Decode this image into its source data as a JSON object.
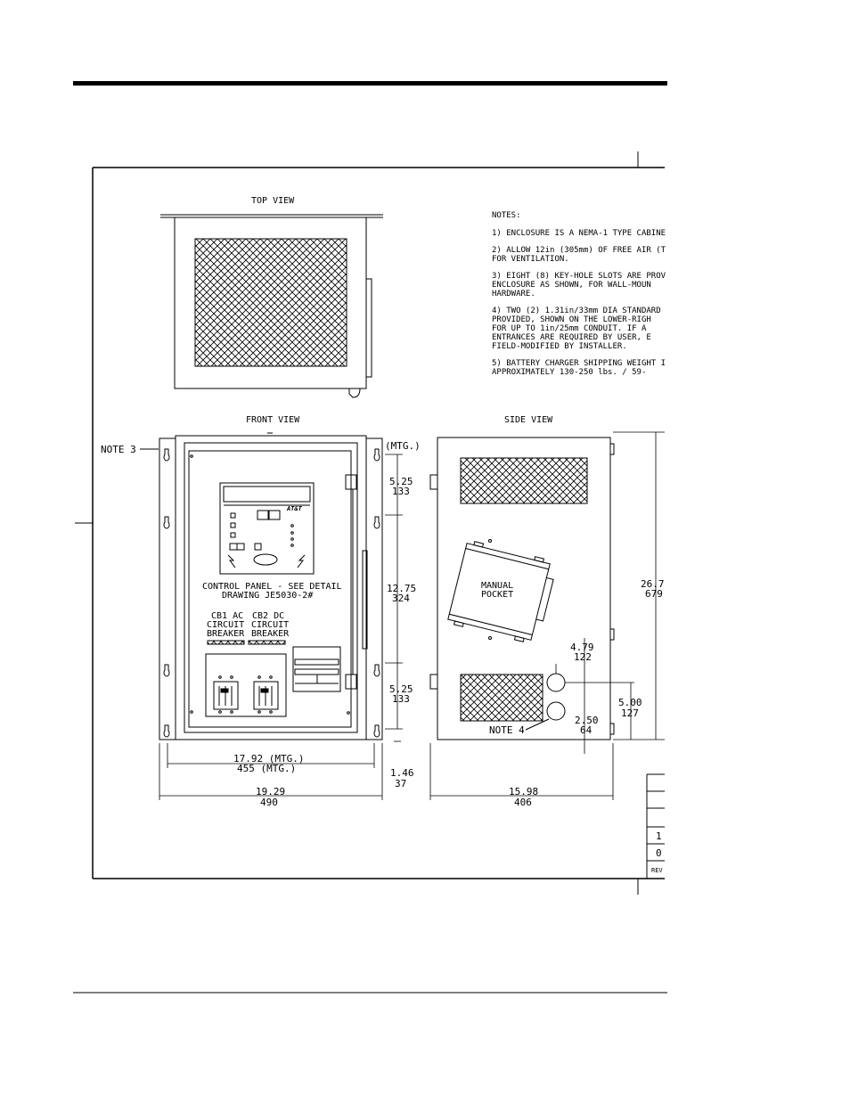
{
  "top_view": {
    "title": "TOP VIEW"
  },
  "front_view": {
    "title": "FRONT VIEW",
    "note3": "NOTE 3",
    "mtg": "(MTG.)",
    "logo": "AT&T",
    "control_panel_line1": "CONTROL PANEL - SEE DETAIL",
    "control_panel_line2": "DRAWING JE5030-2#",
    "cb1": [
      "CB1 AC",
      "CIRCUIT",
      "BREAKER"
    ],
    "cb2": [
      "CB2 DC",
      "CIRCUIT",
      "BREAKER"
    ],
    "dims": {
      "v1_in": "5.25",
      "v1_mm": "133",
      "v2_in": "12.75",
      "v2_mm": "324",
      "v3_in": "5.25",
      "v3_mm": "133",
      "width_mtg_in": "17.92 (MTG.)",
      "width_mtg_mm": "455 (MTG.)",
      "width_in": "19.29",
      "width_mm": "490",
      "side_in": "1.46",
      "side_mm": "37"
    }
  },
  "side_view": {
    "title": "SIDE VIEW",
    "pocket_line1": "MANUAL",
    "pocket_line2": "POCKET",
    "note4": "NOTE 4",
    "dims": {
      "h_in": "26.7",
      "h_mm": "679",
      "k1_in": "4.79",
      "k1_mm": "122",
      "k2_in": "5.00",
      "k2_mm": "127",
      "k3_in": "2.50",
      "k3_mm": "64",
      "depth_in": "15.98",
      "depth_mm": "406"
    }
  },
  "notes": {
    "heading": "NOTES:",
    "lines": [
      "1) ENCLOSURE IS A NEMA-1 TYPE CABINE",
      "2) ALLOW 12in (305mm) OF FREE AIR (T",
      "   FOR VENTILATION.",
      "3) EIGHT (8) KEY-HOLE SLOTS ARE PROV",
      "   ENCLOSURE AS SHOWN, FOR WALL-MOUN",
      "   HARDWARE.",
      "4) TWO (2) 1.31in/33mm DIA STANDARD",
      "   PROVIDED, SHOWN ON THE LOWER-RIGH",
      "   FOR UP TO 1in/25mm CONDUIT.  IF A",
      "   ENTRANCES ARE REQUIRED BY USER, E",
      "   FIELD-MODIFIED BY INSTALLER.",
      "5) BATTERY CHARGER SHIPPING WEIGHT I",
      "    APPROXIMATELY 130-250 lbs. / 59-"
    ]
  },
  "title_block": {
    "rows": [
      "1",
      "0"
    ],
    "rev": "REV"
  }
}
